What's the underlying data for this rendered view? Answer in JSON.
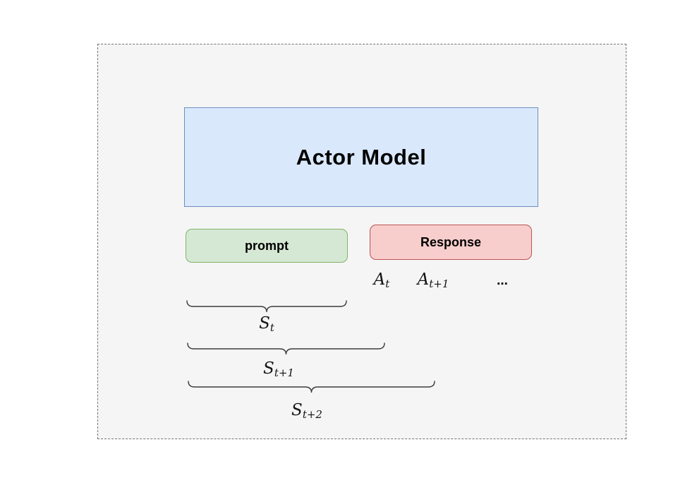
{
  "frame": {
    "fill": "#f5f5f6",
    "border_color": "#737373"
  },
  "actor_model": {
    "label": "Actor Model",
    "fill": "#dae8fc",
    "stroke": "#6c8ebf",
    "text_color": "#000000"
  },
  "prompt_box": {
    "label": "prompt",
    "fill": "#d5e8d4",
    "stroke": "#82b366",
    "text_color": "#000000"
  },
  "response_box": {
    "label": "Response",
    "fill": "#f8cecc",
    "stroke": "#b85450",
    "text_color": "#000000"
  },
  "actions": {
    "items": [
      {
        "base": "A",
        "sub": "t"
      },
      {
        "base": "A",
        "sub": "t+1"
      }
    ],
    "ellipsis": "..."
  },
  "states": [
    {
      "base": "S",
      "sub": "t"
    },
    {
      "base": "S",
      "sub": "t+1"
    },
    {
      "base": "S",
      "sub": "t+2"
    }
  ],
  "brace_color": "#3d3d3d"
}
